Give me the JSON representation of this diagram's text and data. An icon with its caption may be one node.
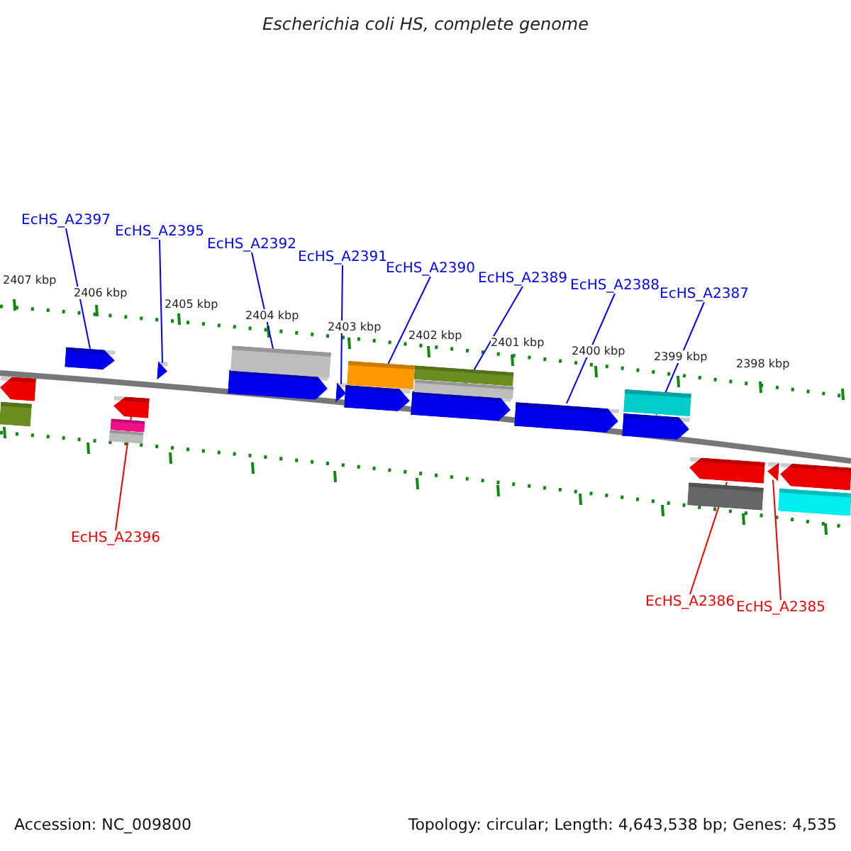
{
  "diagram": {
    "title": "Escherichia coli HS, complete genome",
    "nodes": [
      {
        "text": [
          "EcHS_A2397"
        ]
      },
      {
        "text": [
          "EcHS_A2395"
        ]
      },
      {
        "text": [
          "EcHS_A2392"
        ]
      },
      {
        "text": [
          "EcHS_A2391"
        ]
      },
      {
        "text": [
          "EcHS_A2390"
        ]
      },
      {
        "text": [
          "EcHS_A2389"
        ]
      },
      {
        "text": [
          "EcHS_A2388"
        ]
      },
      {
        "text": [
          "EcHS_A2387"
        ]
      },
      {
        "text": [
          "EcHS_A2396"
        ]
      },
      {
        "text": [
          "EcHS_A2386"
        ]
      },
      {
        "text": [
          "EcHS_A2385"
        ]
      },
      {
        "text": [],
        "shape": "arrow"
      },
      {
        "text": [],
        "shape": "bar"
      },
      {
        "text": [],
        "shape": "arrow"
      },
      {
        "text": [],
        "shape": "bar"
      },
      {
        "text": [],
        "shape": "bar"
      },
      {
        "text": [],
        "shape": "arrow"
      },
      {
        "text": [],
        "shape": "arrow"
      },
      {
        "text": [],
        "shape": "arrow"
      },
      {
        "text": [],
        "shape": "bar"
      },
      {
        "text": [],
        "shape": "arrow"
      },
      {
        "text": [],
        "shape": "arrow"
      },
      {
        "text": [],
        "shape": "bar"
      },
      {
        "text": [],
        "shape": "arrow"
      },
      {
        "text": [],
        "shape": "bar"
      },
      {
        "text": [],
        "shape": "bar"
      },
      {
        "text": [],
        "shape": "arrow"
      },
      {
        "text": [],
        "shape": "arrow"
      },
      {
        "text": [],
        "shape": "bar"
      },
      {
        "text": [],
        "shape": "bar"
      },
      {
        "text": [],
        "shape": "arrow"
      },
      {
        "text": [],
        "shape": "arrow"
      },
      {
        "text": [],
        "shape": "bar"
      },
      {
        "text": [],
        "shape": "arrow"
      }
    ],
    "edges": [
      {
        "from": 0,
        "to": 13,
        "arrow": "none"
      },
      {
        "from": 1,
        "to": 17,
        "arrow": "none"
      },
      {
        "from": 2,
        "to": 18,
        "arrow": "none"
      },
      {
        "from": 3,
        "to": 20,
        "arrow": "none"
      },
      {
        "from": 4,
        "to": 21,
        "arrow": "none"
      },
      {
        "from": 5,
        "to": 23,
        "arrow": "none"
      },
      {
        "from": 6,
        "to": 26,
        "arrow": "none"
      },
      {
        "from": 7,
        "to": 27,
        "arrow": "none"
      },
      {
        "from": 8,
        "to": 16,
        "arrow": "none",
        "color": "#ee0000"
      },
      {
        "from": 9,
        "to": 30,
        "arrow": "none",
        "color": "#ee0000"
      },
      {
        "from": 10,
        "to": 31,
        "arrow": "none",
        "color": "#ee0000"
      }
    ],
    "labels": [
      "2407 kbp",
      "2406 kbp",
      "2405 kbp",
      "2404 kbp",
      "2403 kbp",
      "2402 kbp",
      "2401 kbp",
      "2400 kbp",
      "2399 kbp",
      "2398 kbp",
      "Accession: NC_009800",
      "Topology: circular; Length: 4,643,538 bp; Genes: 4,535"
    ]
  }
}
